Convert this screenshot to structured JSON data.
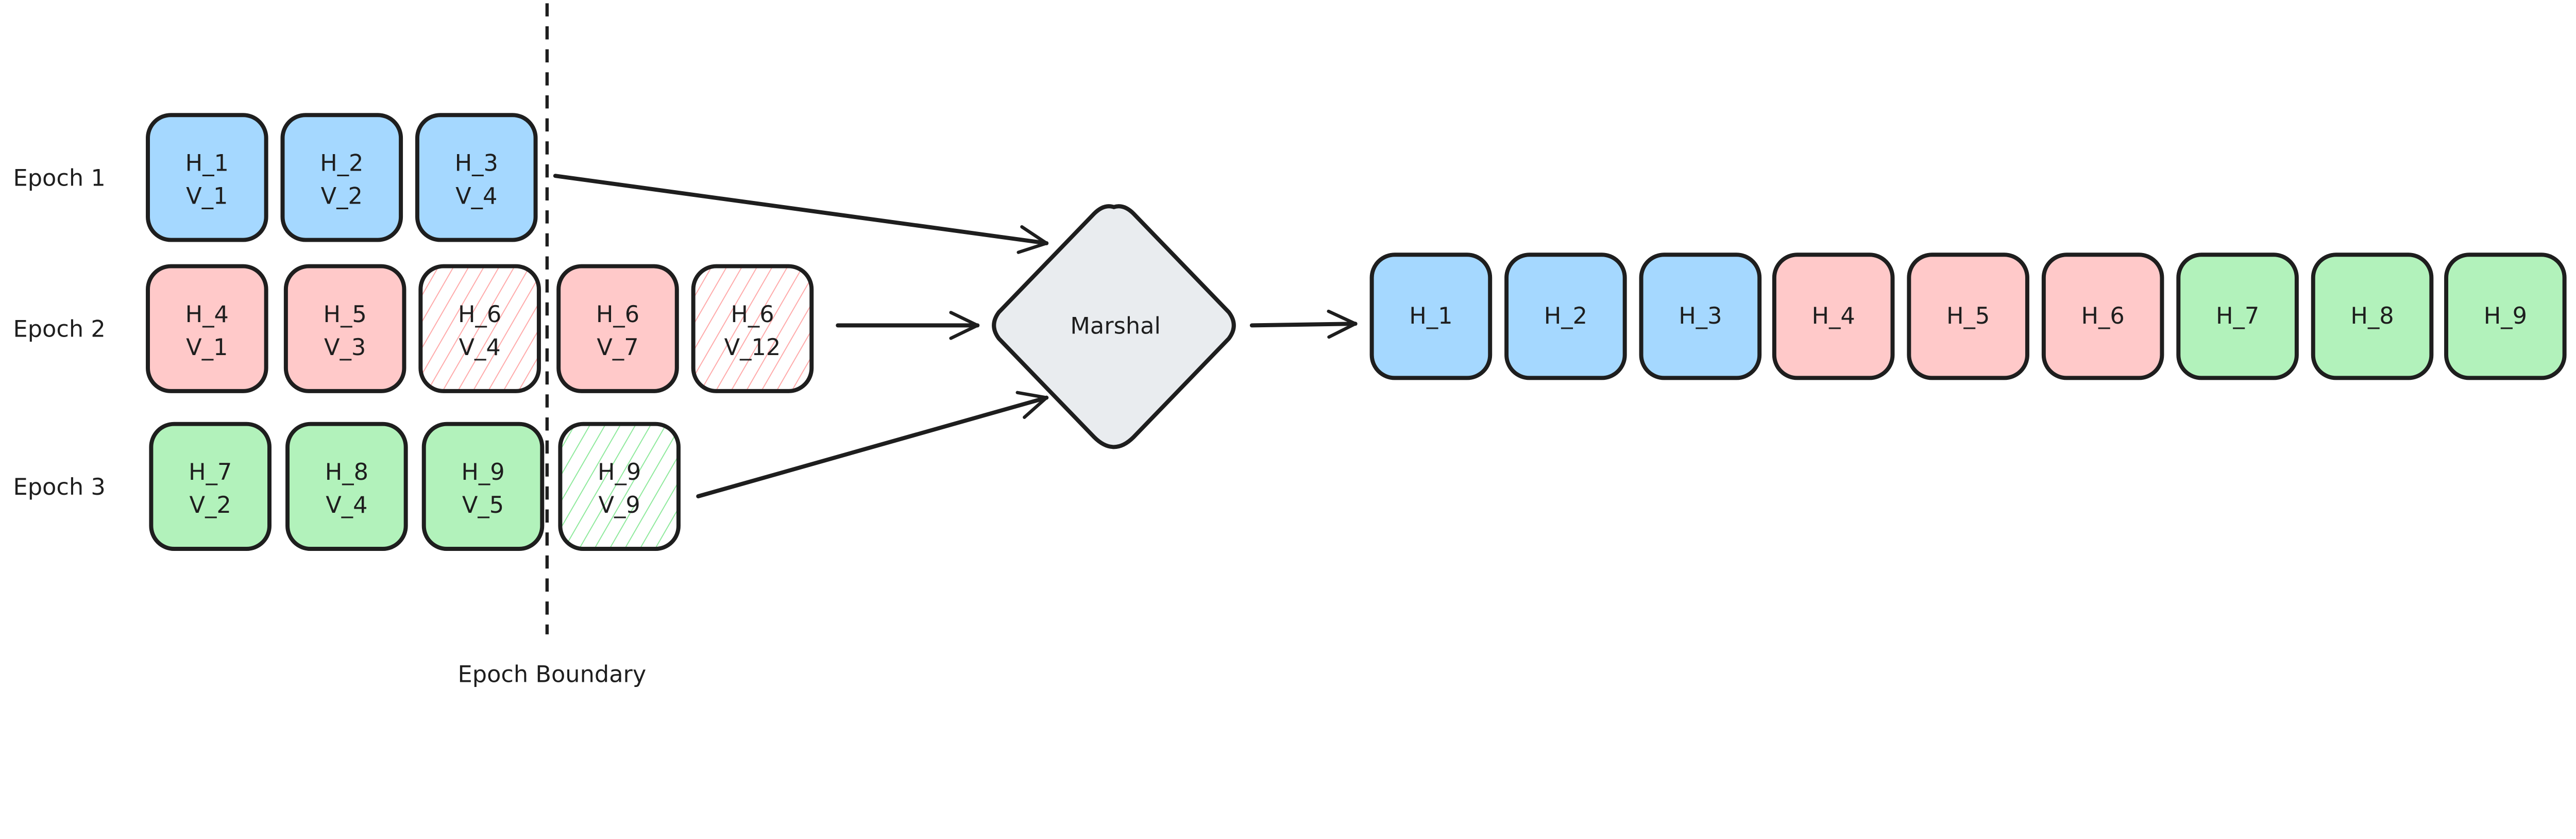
{
  "epochs": [
    {
      "label": "Epoch 1",
      "blocks": [
        {
          "h": "H_1",
          "v": "V_1",
          "style": "solid"
        },
        {
          "h": "H_2",
          "v": "V_2",
          "style": "solid"
        },
        {
          "h": "H_3",
          "v": "V_4",
          "style": "solid"
        }
      ]
    },
    {
      "label": "Epoch 2",
      "blocks": [
        {
          "h": "H_4",
          "v": "V_1",
          "style": "solid"
        },
        {
          "h": "H_5",
          "v": "V_3",
          "style": "solid"
        },
        {
          "h": "H_6",
          "v": "V_4",
          "style": "hatched"
        },
        {
          "h": "H_6",
          "v": "V_7",
          "style": "solid"
        },
        {
          "h": "H_6",
          "v": "V_12",
          "style": "hatched"
        }
      ]
    },
    {
      "label": "Epoch 3",
      "blocks": [
        {
          "h": "H_7",
          "v": "V_2",
          "style": "solid"
        },
        {
          "h": "H_8",
          "v": "V_4",
          "style": "solid"
        },
        {
          "h": "H_9",
          "v": "V_5",
          "style": "solid"
        },
        {
          "h": "H_9",
          "v": "V_9",
          "style": "hatched"
        }
      ]
    }
  ],
  "boundary_label": "Epoch Boundary",
  "marshal_label": "Marshal",
  "output": [
    {
      "h": "H_1",
      "epoch": 0
    },
    {
      "h": "H_2",
      "epoch": 0
    },
    {
      "h": "H_3",
      "epoch": 0
    },
    {
      "h": "H_4",
      "epoch": 1
    },
    {
      "h": "H_5",
      "epoch": 1
    },
    {
      "h": "H_6",
      "epoch": 1
    },
    {
      "h": "H_7",
      "epoch": 2
    },
    {
      "h": "H_8",
      "epoch": 2
    },
    {
      "h": "H_9",
      "epoch": 2
    }
  ],
  "colors": {
    "epoch_fills": [
      "#a5d8ff",
      "#ffc9c9",
      "#b2f2bb"
    ],
    "hatch_colors": [
      "#a5d8ff",
      "#ffa8a8",
      "#8ce99a"
    ],
    "marshal_fill": "#e9ecef",
    "stroke": "#1e1e1e"
  }
}
